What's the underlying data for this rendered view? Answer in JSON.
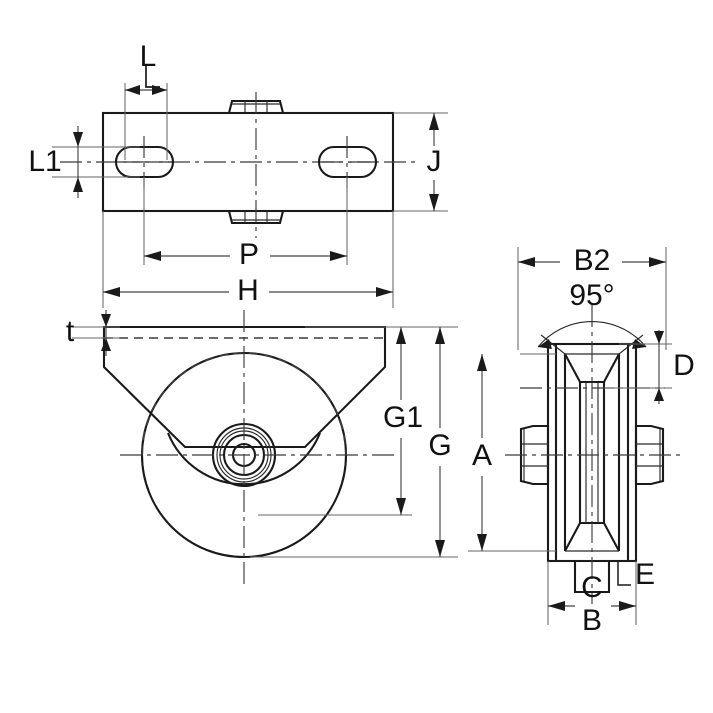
{
  "drawing": {
    "title": "V-groove heavy duty caster wheel bracket technical drawing",
    "background_color": "#ffffff",
    "line_color": "#1a1a1a",
    "views": [
      {
        "name": "top-view",
        "description": "Top plan view of mounting plate with two oblong bolt slots and hex nuts"
      },
      {
        "name": "front-view",
        "description": "Front elevation of bracket with angled legs and V-groove wheel"
      },
      {
        "name": "side-view",
        "description": "Side section view of V-groove wheel with axle hex nuts"
      }
    ],
    "labels": {
      "L": "L",
      "L1": "L1",
      "J": "J",
      "P": "P",
      "H": "H",
      "t": "t",
      "G1": "G1",
      "G": "G",
      "B2": "B2",
      "angle": "95°",
      "D": "D",
      "A": "A",
      "C": "C",
      "E": "E",
      "B": "B"
    }
  }
}
